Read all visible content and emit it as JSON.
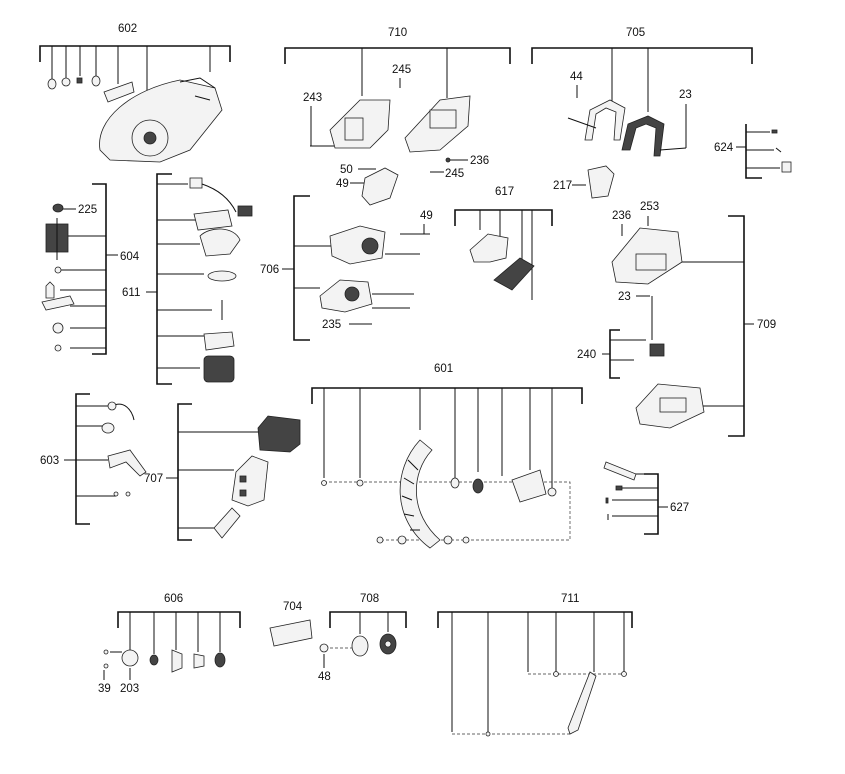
{
  "labels": {
    "l602": "602",
    "l710": "710",
    "l705": "705",
    "l245a": "245",
    "l243": "243",
    "l44": "44",
    "l23a": "23",
    "l624": "624",
    "l236a": "236",
    "l50": "50",
    "l245b": "245",
    "l49a": "49",
    "l217": "217",
    "l225": "225",
    "l604": "604",
    "l611": "611",
    "l617": "617",
    "l49b": "49",
    "l236b": "236",
    "l253": "253",
    "l706": "706",
    "l23b": "23",
    "l235": "235",
    "l709": "709",
    "l240": "240",
    "l601": "601",
    "l603": "603",
    "l707": "707",
    "l627": "627",
    "l606": "606",
    "l704": "704",
    "l708": "708",
    "l711": "711",
    "l39": "39",
    "l203": "203",
    "l48": "48"
  }
}
